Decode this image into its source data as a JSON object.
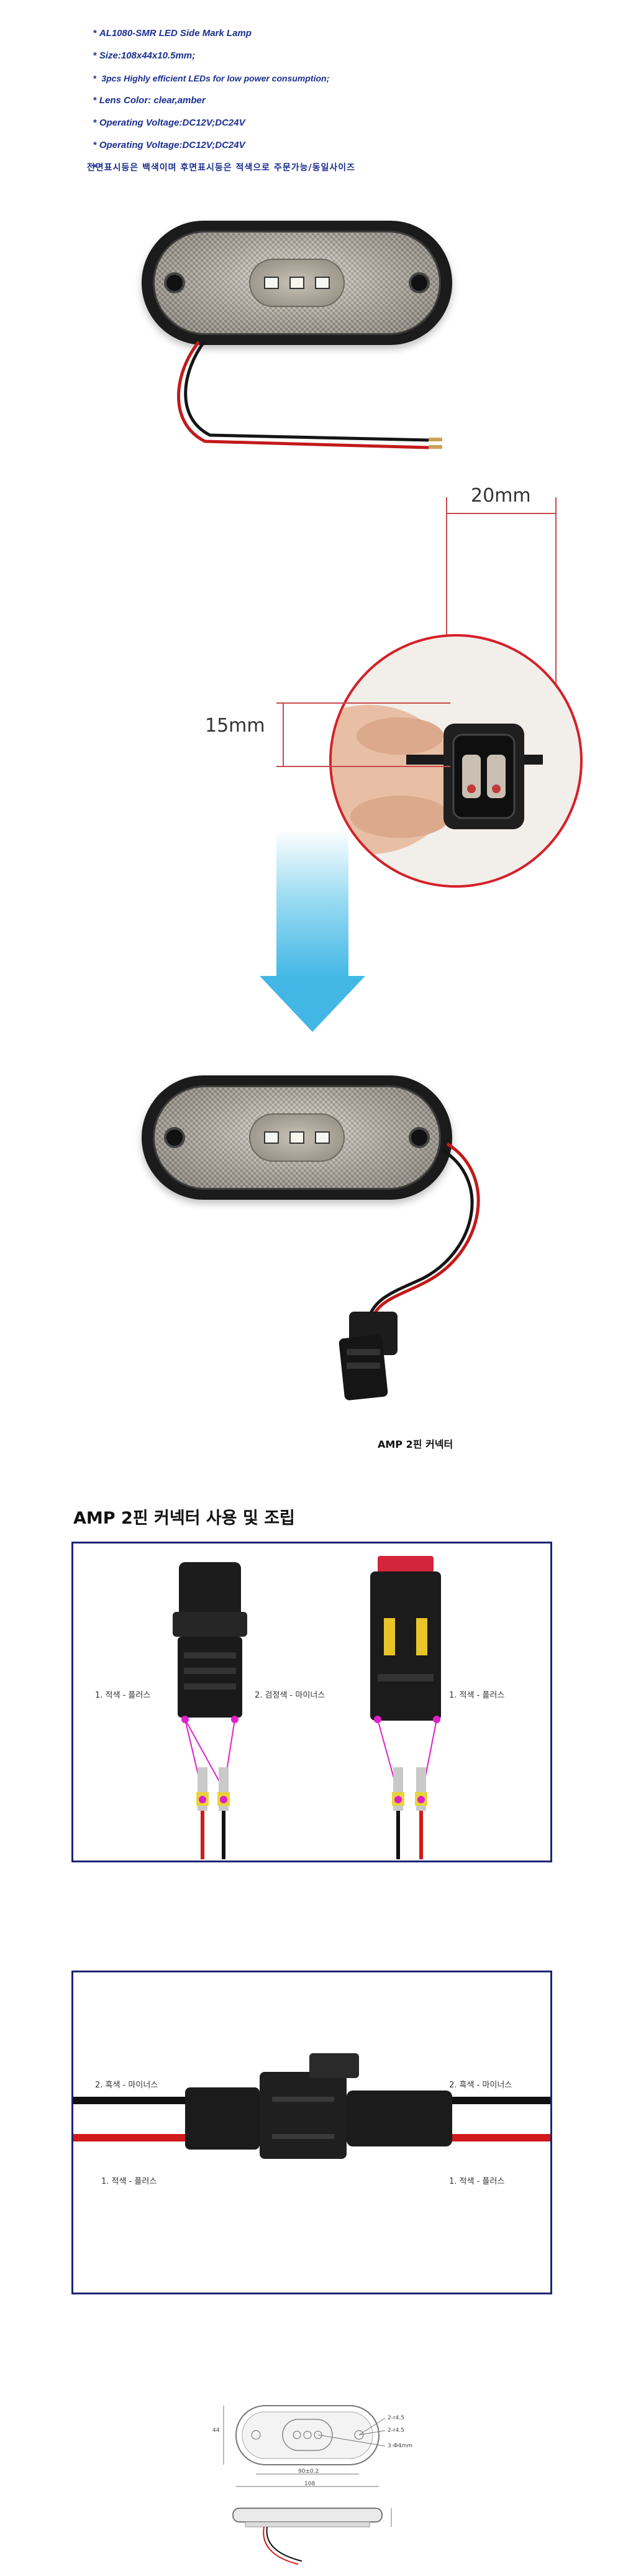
{
  "spec": {
    "bullet": "*",
    "lines": [
      "AL1080-SMR LED Side Mark Lamp",
      "Size:108x44x10.5mm;",
      " 3pcs Highly efficient LEDs for low power consumption;",
      "Lens Color: clear,amber",
      "Operating Voltage:DC12V;DC24V",
      "Operating Voltage:DC12V;DC24V"
    ],
    "korean_note": "전면표시등은 백색이며 후면표시등은 적색으로 주문가능/동일사이즈"
  },
  "dimensions": {
    "width_label": "20mm",
    "height_label": "15mm"
  },
  "connector_caption": "AMP 2핀 커넥터",
  "assembly": {
    "title": "AMP 2핀 커넥터 사용 및 조립",
    "panel1": {
      "label_left": "1. 적색 - 플러스",
      "label_mid": "2. 검정색 - 마이너스",
      "label_right": "1. 적색 - 플러스"
    },
    "panel2": {
      "label_top_left": "2. 흑색 - 마이너스",
      "label_top_right": "2. 흑색 - 마이너스",
      "label_bottom_left": "1. 적색 - 플러스",
      "label_bottom_right": "1. 적색 - 플러스"
    }
  },
  "drawing": {
    "width_dim": "90±0.2",
    "total_dim": "108",
    "height_dim": "44",
    "note1": "2-r4.5",
    "note2": "2-r4.5",
    "note3": "3-Ф4mm"
  },
  "colors": {
    "spec_text": "#1b2f8f",
    "accent_red": "#d5202a",
    "arrow_blue": "#42b7e6",
    "frame_navy": "#1d2472",
    "marker_magenta": "#e020c8"
  }
}
